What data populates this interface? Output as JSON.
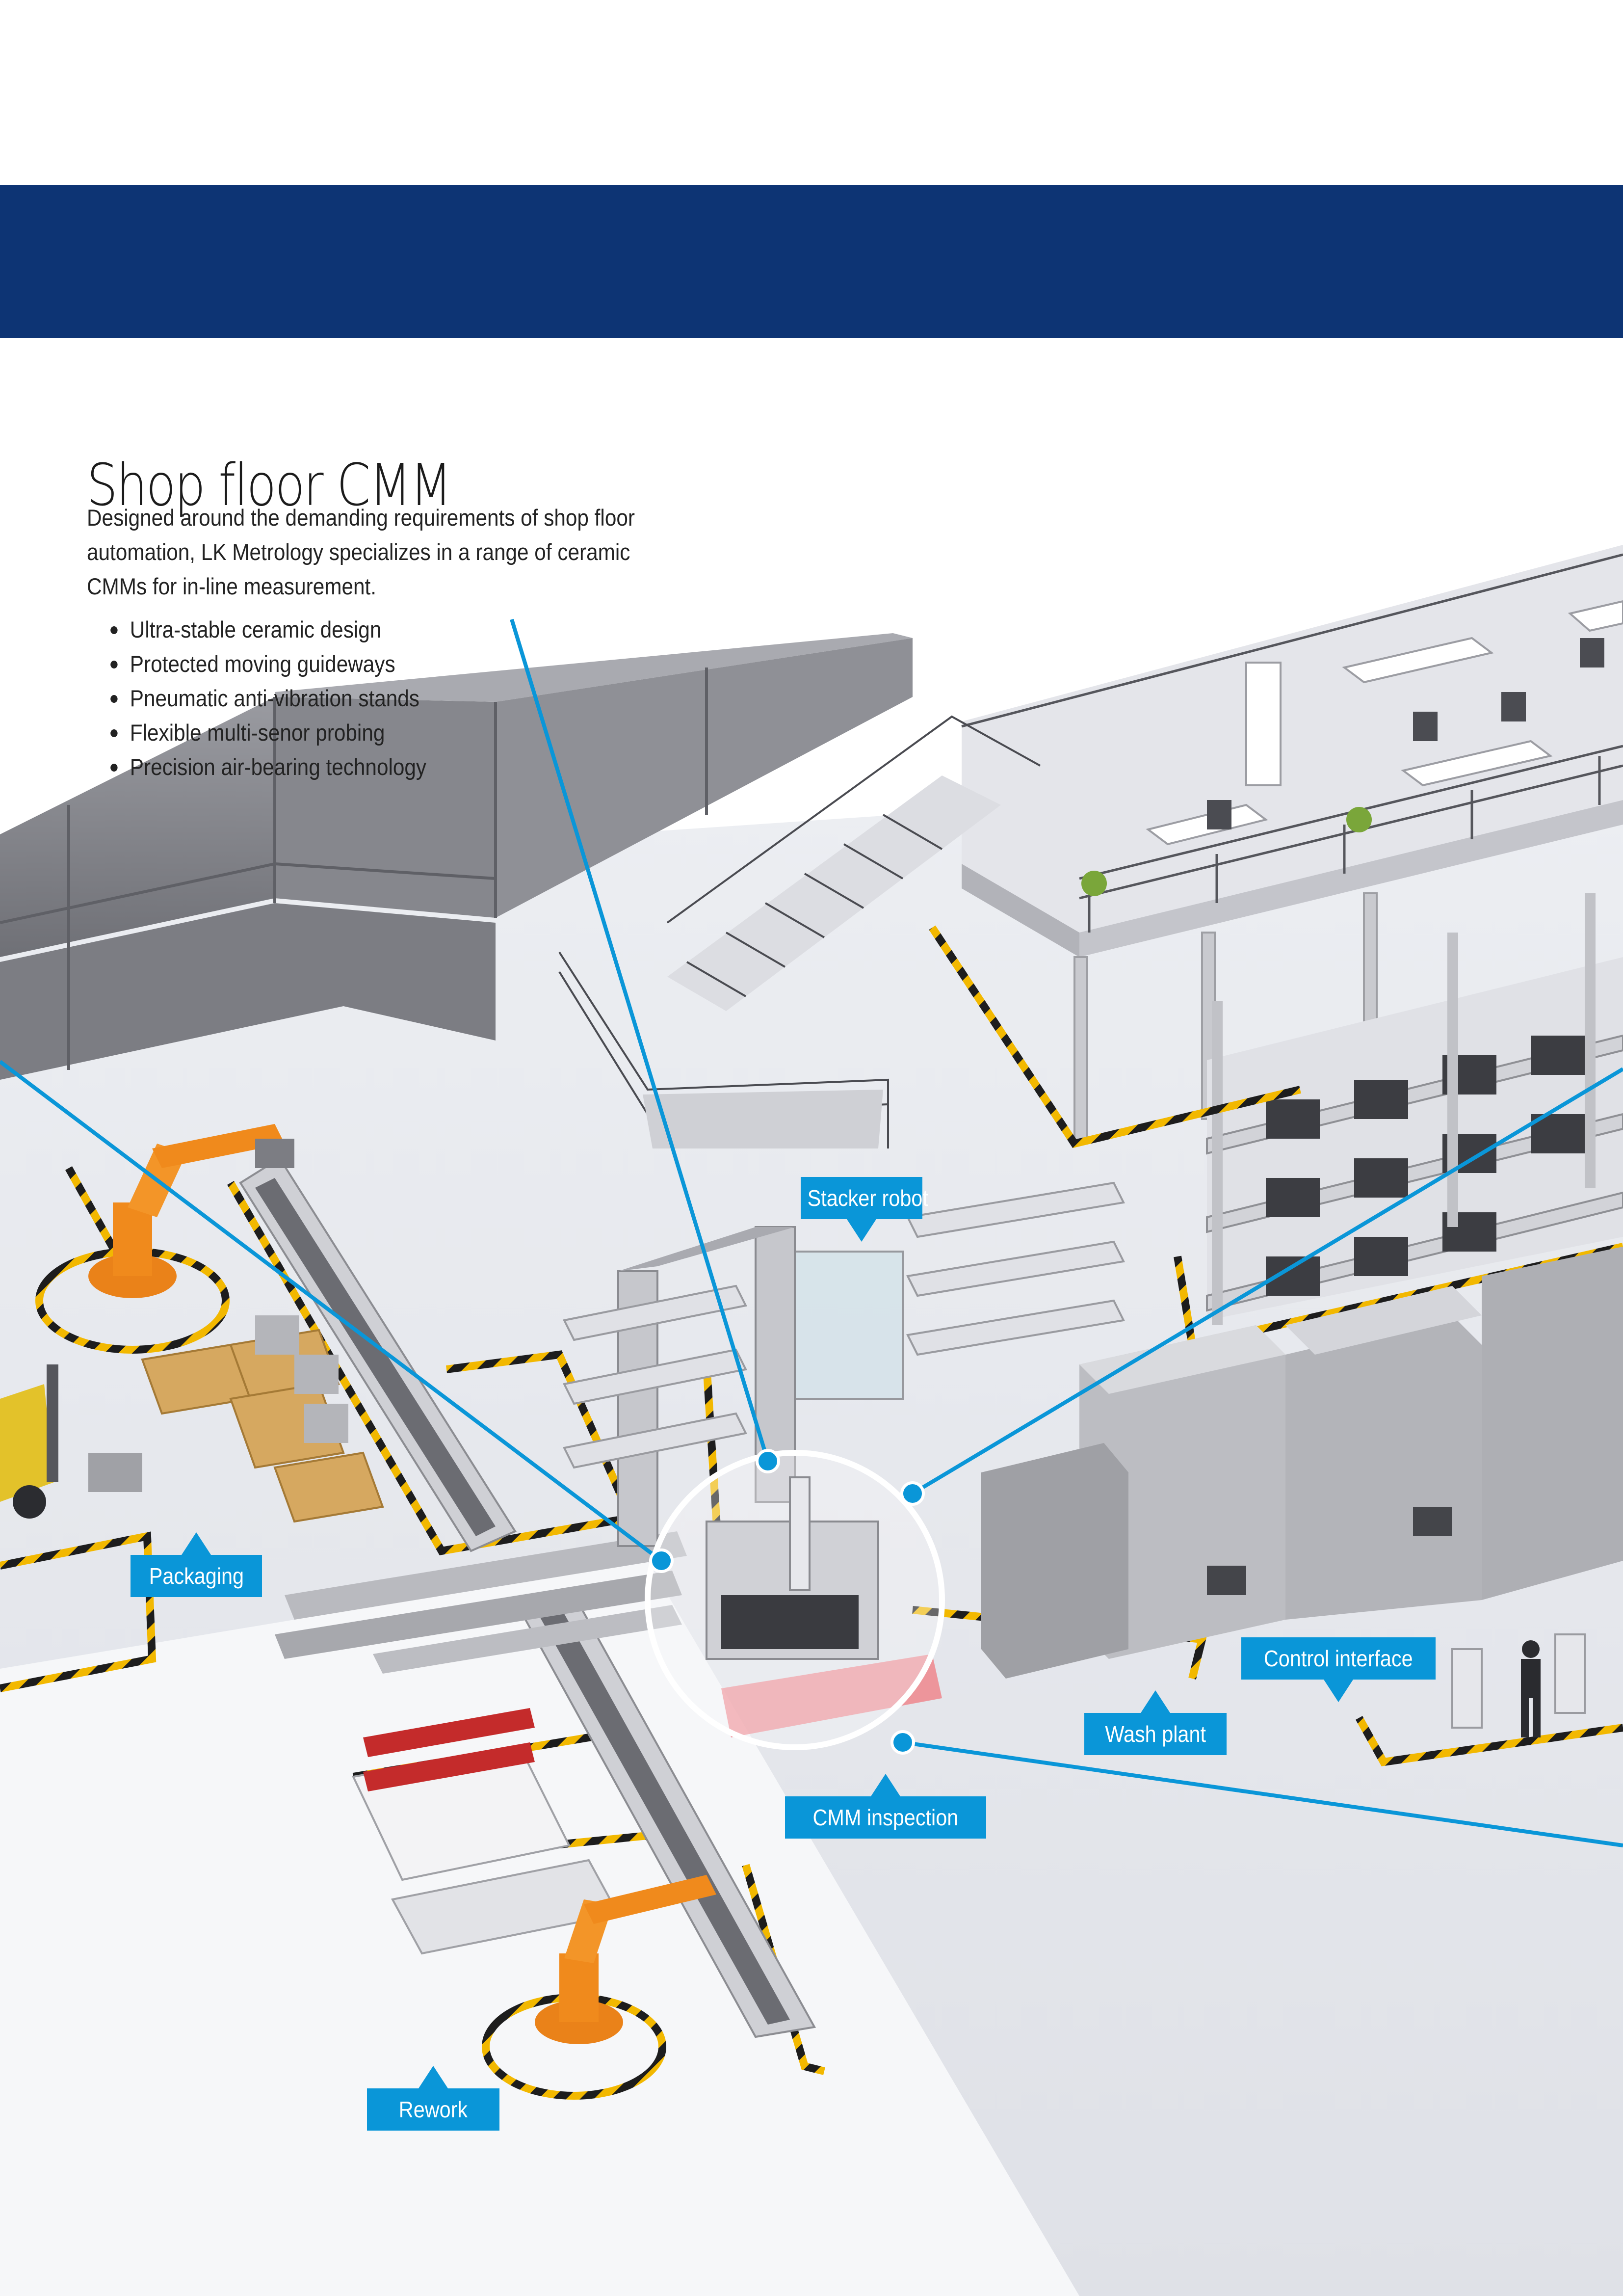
{
  "page": {
    "title": "Shop floor CMM",
    "intro": "Designed around the demanding requirements of shop floor automation, LK Metrology specializes in a range of ceramic CMMs for in-line measurement.",
    "features": [
      "Ultra-stable ceramic design",
      "Protected moving guideways",
      "Pneumatic anti-vibration stands",
      "Flexible multi-senor probing",
      "Precision air-bearing technology"
    ]
  },
  "callouts": {
    "stacker_robot": "Stacker robot",
    "packaging": "Packaging",
    "control_interface": "Control interface",
    "wash_plant": "Wash plant",
    "cmm_inspection": "CMM inspection",
    "rework": "Rework"
  },
  "colors": {
    "banner": "#0d3474",
    "callout": "#0a96d8",
    "robot": "#f08a1c",
    "hazard_stripe": "#f2b800",
    "floor": "#e9eaef",
    "wall": "#8e8f95",
    "cmm_zone": "#f07a80"
  }
}
